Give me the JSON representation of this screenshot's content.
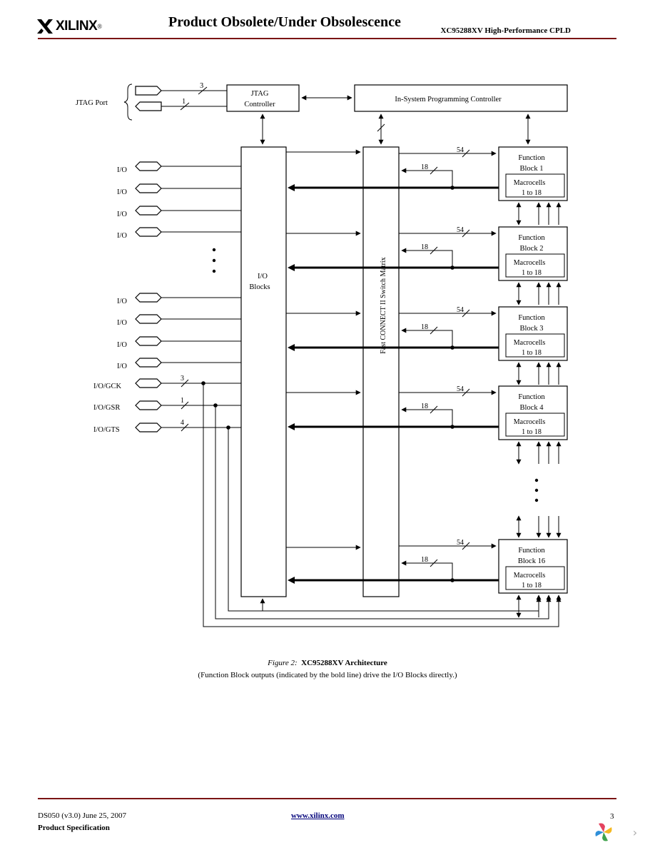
{
  "header": {
    "logo_text": "XILINX",
    "logo_mark": "®",
    "doc_title": "Product Obsolete/Under Obsolescence",
    "product_name": "XC95288XV High-Performance CPLD",
    "rule_color": "#7a1414"
  },
  "diagram": {
    "jtag_port": "JTAG Port",
    "jtag_in_width": "3",
    "jtag_out_width": "1",
    "jtag_controller": [
      "JTAG",
      "Controller"
    ],
    "isp_controller": "In-System Programming Controller",
    "io_blocks": [
      "I/O",
      "Blocks"
    ],
    "switch_matrix": "Fast CONNECT II Switch Matrix",
    "io_label": "I/O",
    "gck_label": "I/O/GCK",
    "gsr_label": "I/O/GSR",
    "gts_label": "I/O/GTS",
    "gck_width": "3",
    "gsr_width": "1",
    "gts_width": "4",
    "fb_in_width": "54",
    "fb_out_width": "18",
    "fb_word": "Function",
    "macrocells": [
      "Macrocells",
      "1 to 18"
    ],
    "function_blocks": [
      "Block 1",
      "Block 2",
      "Block 3",
      "Block 4",
      "Block 16"
    ]
  },
  "caption": {
    "figure_label": "Figure 2:",
    "figure_title": "XC95288XV Architecture",
    "note": "(Function Block outputs (indicated by the bold line) drive the I/O Blocks directly.)"
  },
  "footer": {
    "doc_id": "DS050 (v3.0) June 25, 2007",
    "doc_type": "Product Specification",
    "link": "www.xilinx.com",
    "page": "3",
    "viewer_icon": "pinwheel-icon",
    "next_icon": "chevron-right-icon"
  }
}
